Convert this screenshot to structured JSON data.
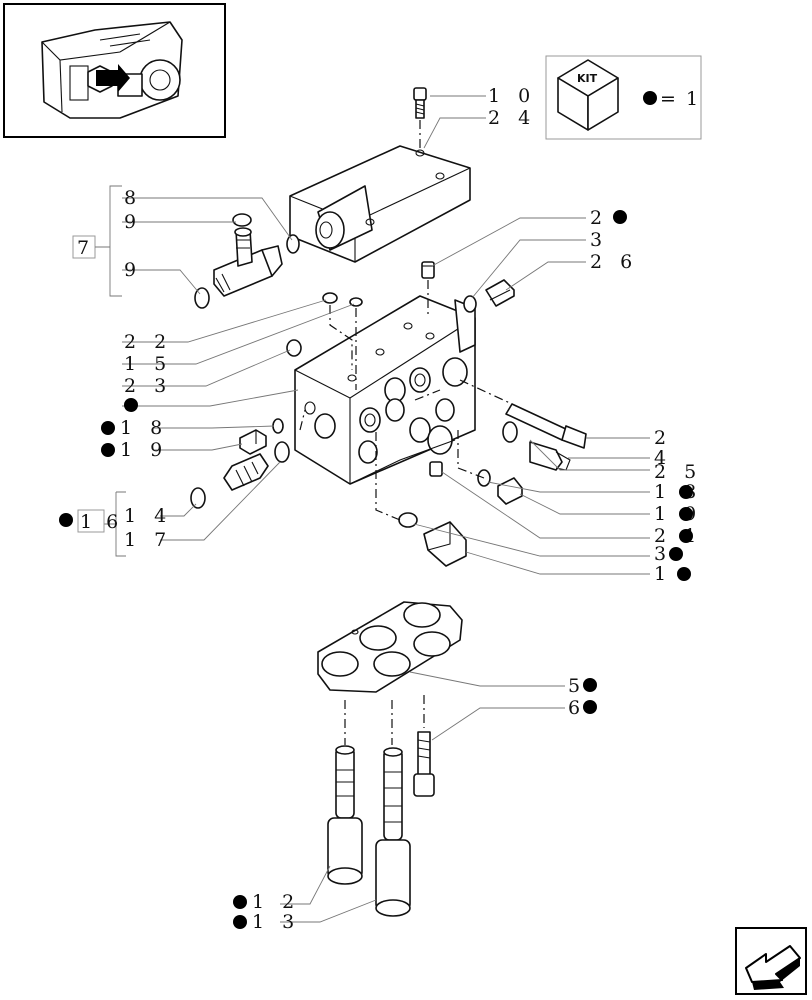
{
  "kit_box": {
    "kit_label": "KIT",
    "equals_text": "= 1"
  },
  "group_label": "7",
  "labels": {
    "l10": "1 0",
    "l24": "2 4",
    "l8": "8",
    "l9a": "9",
    "l9b": "9",
    "l2c": "2",
    "l3a": "3",
    "l26": "2 6",
    "l22": "2 2",
    "l15": "1 5",
    "l23": "2 3",
    "l18": "1 8",
    "l19": "1 9",
    "l14": "1 4",
    "l16": "1 6",
    "l17": "1 7",
    "l2": "2",
    "l4": "4",
    "l25": "2 5",
    "r18": "1 8",
    "r19": "1 9",
    "r21": "2 1",
    "r3": "3",
    "r1x": "1",
    "l5": "5",
    "l6": "6",
    "l12": "1 2",
    "l13": "1 3"
  }
}
